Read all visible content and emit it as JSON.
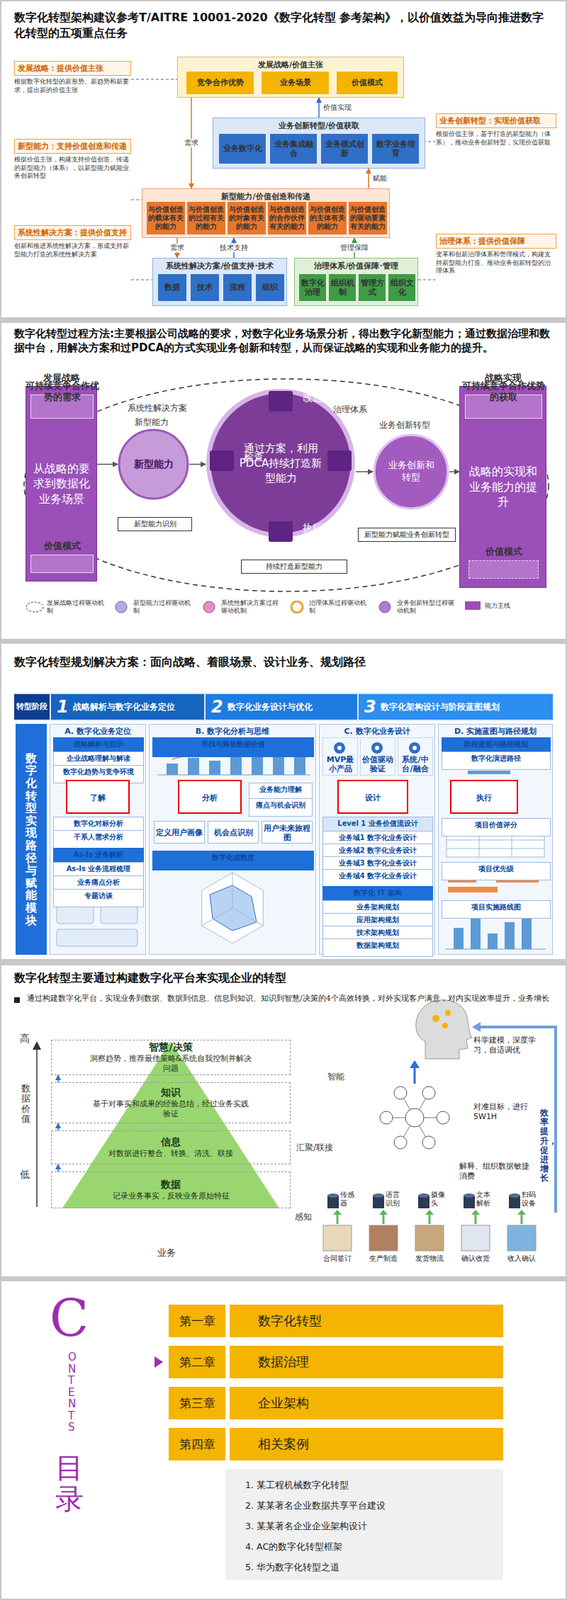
{
  "diagram": {
    "nodes": [
      {
        "text": [
          "发展战略：提供价值主张",
          "根据数字化转型的新形势、新趋势和新要求，提出新的价值主张"
        ]
      },
      {
        "text": [
          "新型能力：支持价值创造和传递",
          "根据价值主张，构建支持价值创造、传递的新型能力（体系），以新型能力赋能业务创新转型"
        ]
      },
      {
        "text": [
          "系统性解决方案：提供价值支持",
          "创新和推进系统性解决方案，形成支持新型能力打造的系统性解决方案"
        ]
      },
      {
        "text": [
          "业务创新转型：实现价值获取",
          "根据价值主张，基于打造的新型能力（体系），推动业务创新转型，实现价值获取"
        ]
      },
      {
        "text": [
          "治理体系：提供价值保障",
          "变革和创新治理体系和管理模式，构建支持新型能力打造、推动业务创新转型的治理体系"
        ]
      },
      {
        "text": [
          "发展战略/价值主张"
        ]
      },
      {
        "text": [
          "竞争合作优势"
        ],
        "in": 5
      },
      {
        "text": [
          "业务场景"
        ],
        "in": 5
      },
      {
        "text": [
          "价值模式"
        ],
        "in": 5
      },
      {
        "text": [
          "业务创新转型/价值获取"
        ]
      },
      {
        "text": [
          "业务数字化"
        ],
        "in": 9
      },
      {
        "text": [
          "业务集成融合"
        ],
        "in": 9
      },
      {
        "text": [
          "业务模式创新"
        ],
        "in": 9
      },
      {
        "text": [
          "数字业务培育"
        ],
        "in": 9
      },
      {
        "text": [
          "新型能力/价值创造和传递"
        ]
      },
      {
        "text": [
          "与价值创造的载体有关的能力"
        ],
        "in": 14
      },
      {
        "text": [
          "与价值创造的过程有关的能力"
        ],
        "in": 14
      },
      {
        "text": [
          "与价值创造的对象有关的能力"
        ],
        "in": 14
      },
      {
        "text": [
          "与价值创造的合作伙伴有关的能力"
        ],
        "in": 14
      },
      {
        "text": [
          "与价值创造的主体有关的能力"
        ],
        "in": 14
      },
      {
        "text": [
          "与价值创造的驱动要素有关的能力"
        ],
        "in": 14
      },
      {
        "text": [
          "系统性解决方案/价值支持·技术"
        ]
      },
      {
        "text": [
          "数据"
        ],
        "in": 21
      },
      {
        "text": [
          "技术"
        ],
        "in": 21
      },
      {
        "text": [
          "流程"
        ],
        "in": 21
      },
      {
        "text": [
          "组织"
        ],
        "in": 21
      },
      {
        "text": [
          "治理体系/价值保障·管理"
        ]
      },
      {
        "text": [
          "数字化治理"
        ],
        "in": 26
      },
      {
        "text": [
          "组织机制"
        ],
        "in": 26
      },
      {
        "text": [
          "管理方式"
        ],
        "in": 26
      },
      {
        "text": [
          "组织文化"
        ],
        "in": 26
      },
      {
        "text": [
          "发展战略",
          "从战略的要求到数据化业务场景"
        ]
      },
      {
        "text": [
          "可持续竞争合作优势的需求"
        ],
        "in": 31
      },
      {
        "text": [
          "价值模式"
        ],
        "in": 31
      },
      {
        "text": [
          "新型能力"
        ]
      },
      {
        "text": [
          "新型能力识别"
        ]
      },
      {
        "text": [
          "通过方案，利用PDCA持续打造新型能力"
        ]
      },
      {
        "text": [
          "改进"
        ],
        "in": 36
      },
      {
        "text": [
          "策划"
        ],
        "in": 36
      },
      {
        "text": [
          "执行"
        ],
        "in": 36
      },
      {
        "text": [
          "检查"
        ],
        "in": 36
      },
      {
        "text": [
          "持续打造新型能力"
        ]
      },
      {
        "text": [
          "业务创新和转型"
        ]
      },
      {
        "text": [
          "新型能力赋能业务创新转型"
        ]
      },
      {
        "text": [
          "战略实现",
          "战略的实现和业务能力的提升"
        ]
      },
      {
        "text": [
          "可持续竞争合作优势的获取"
        ],
        "in": 44
      },
      {
        "text": [
          "价值模式"
        ],
        "in": 44
      },
      {
        "text": [
          "转型阶段"
        ]
      },
      {
        "text": [
          "1",
          "战略解析与数字化业务定位"
        ]
      },
      {
        "text": [
          "2",
          "数字化业务设计与优化"
        ]
      },
      {
        "text": [
          "3",
          "数字化架构设计与阶段蓝图规划"
        ]
      },
      {
        "text": [
          "数字化转型实现路径与赋能模块"
        ]
      },
      {
        "text": [
          "A. 数字化业务定位"
        ]
      },
      {
        "text": [
          "战略解析与启示"
        ],
        "in": 52
      },
      {
        "text": [
          "企业战略理解与解读"
        ],
        "in": 52
      },
      {
        "text": [
          "数字化趋势与竞争环境"
        ],
        "in": 52
      },
      {
        "text": [
          "了解"
        ],
        "in": 52
      },
      {
        "text": [
          "数字化对标分析"
        ],
        "in": 52
      },
      {
        "text": [
          "干系人需求分析"
        ],
        "in": 52
      },
      {
        "text": [
          "As-Is 业务解析"
        ],
        "in": 52
      },
      {
        "text": [
          "As-Is 业务流程梳理"
        ],
        "in": 52
      },
      {
        "text": [
          "业务痛点分析"
        ],
        "in": 52
      },
      {
        "text": [
          "专题访谈"
        ],
        "in": 52
      },
      {
        "text": [
          "B. 数字化分析与思维"
        ]
      },
      {
        "text": [
          "寻找与释放数据价值"
        ],
        "in": 63
      },
      {
        "text": [
          "分析"
        ],
        "in": 63
      },
      {
        "text": [
          "业务能力理解"
        ],
        "in": 63
      },
      {
        "text": [
          "痛点与机会识别"
        ],
        "in": 63
      },
      {
        "text": [
          "定义用户画像"
        ],
        "in": 63
      },
      {
        "text": [
          "机会点识别"
        ],
        "in": 63
      },
      {
        "text": [
          "用户未来旅程图"
        ],
        "in": 63
      },
      {
        "text": [
          "数字化成熟度"
        ],
        "in": 63
      },
      {
        "text": [
          "C. 数字化业务设计"
        ]
      },
      {
        "text": [
          "MVP最小产品"
        ],
        "in": 72
      },
      {
        "text": [
          "价值驱动验证"
        ],
        "in": 72
      },
      {
        "text": [
          "系统/中台/融合"
        ],
        "in": 72
      },
      {
        "text": [
          "设计"
        ],
        "in": 72
      },
      {
        "text": [
          "Level 1 业务价值流设计"
        ],
        "in": 72
      },
      {
        "text": [
          "业务域1 数字化业务设计"
        ],
        "in": 72
      },
      {
        "text": [
          "业务域2 数字化业务设计"
        ],
        "in": 72
      },
      {
        "text": [
          "业务域3 数字化业务设计"
        ],
        "in": 72
      },
      {
        "text": [
          "业务域4 数字化业务设计"
        ],
        "in": 72
      },
      {
        "text": [
          "数字化 IT 架构"
        ],
        "in": 72
      },
      {
        "text": [
          "业务架构规划"
        ],
        "in": 72
      },
      {
        "text": [
          "应用架构规划"
        ],
        "in": 72
      },
      {
        "text": [
          "技术架构规划"
        ],
        "in": 72
      },
      {
        "text": [
          "数据架构规划"
        ],
        "in": 72
      },
      {
        "text": [
          "D. 实施蓝图与路径规划"
        ]
      },
      {
        "text": [
          "阶段蓝图与路径规划"
        ],
        "in": 87
      },
      {
        "text": [
          "数字化演进路径"
        ],
        "in": 87
      },
      {
        "text": [
          "执行"
        ],
        "in": 87
      },
      {
        "text": [
          "项目价值评分"
        ],
        "in": 87
      },
      {
        "text": [
          "项目优先级"
        ],
        "in": 87
      },
      {
        "text": [
          "项目实施路线图"
        ],
        "in": 87
      },
      {
        "text": [
          "智慧/决策",
          "洞察趋势，推荐最佳策略&系统自我控制并解决问题"
        ]
      },
      {
        "text": [
          "知识",
          "基于对事实和成果的经验总结，经过业务实践验证"
        ]
      },
      {
        "text": [
          "信息",
          "对数据进行整合、转换、清洗、联接"
        ]
      },
      {
        "text": [
          "数据",
          "记录业务事实，反映业务原始特征"
        ]
      },
      {
        "text": [
          "第一章"
        ]
      },
      {
        "text": [
          "数字化转型"
        ]
      },
      {
        "text": [
          "第二章"
        ]
      },
      {
        "text": [
          "数据治理"
        ]
      },
      {
        "text": [
          "第三章"
        ]
      },
      {
        "text": [
          "企业架构"
        ]
      },
      {
        "text": [
          "第四章"
        ]
      },
      {
        "text": [
          "相关案例"
        ]
      },
      {
        "text": [
          "1. 某工程机械数字化转型",
          "2. 某某著名企业数据共享平台建设",
          "3. 某某著名企业企业架构设计",
          "4. AC的数字化转型框架",
          "5. 华为数字化转型之道"
        ]
      }
    ],
    "edges": [
      {
        "from": 5,
        "to": 14,
        "label": "需求",
        "arrow": "to"
      },
      {
        "from": 9,
        "to": 5,
        "label": "价值实现",
        "arrow": "to"
      },
      {
        "from": 14,
        "to": 9,
        "label": "赋能",
        "arrow": "to"
      },
      {
        "from": 21,
        "to": 14,
        "label": "技术支持",
        "arrow": "to"
      },
      {
        "from": 14,
        "to": 21,
        "label": "需求",
        "arrow": "to"
      },
      {
        "from": 26,
        "to": 14,
        "label": "管理保障",
        "arrow": "to"
      },
      {
        "from": 0,
        "to": 5,
        "arrow": "none"
      },
      {
        "from": 1,
        "to": 14,
        "arrow": "none"
      },
      {
        "from": 2,
        "to": 21,
        "arrow": "none"
      },
      {
        "from": 3,
        "to": 9,
        "arrow": "none"
      },
      {
        "from": 4,
        "to": 26,
        "arrow": "none"
      },
      {
        "from": 31,
        "to": 34,
        "arrow": "to"
      },
      {
        "from": 34,
        "to": 36,
        "arrow": "to"
      },
      {
        "from": 36,
        "to": 42,
        "arrow": "to"
      },
      {
        "from": 42,
        "to": 44,
        "arrow": "to"
      },
      {
        "from": 97,
        "to": 96,
        "arrow": "to"
      },
      {
        "from": 96,
        "to": 95,
        "arrow": "to"
      },
      {
        "from": 95,
        "to": 94,
        "arrow": "to"
      }
    ],
    "labels": [
      "数字化转型架构建议参考T/AITRE 10001-2020《数字化转型 参考架构》，以价值效益为导向推进数字化转型的五项重点任务",
      "数字化转型过程方法:主要根据公司战略的要求，对数字化业务场景分析，得出数字化新型能力；通过数据治理和数据中台，用解决方案和过PDCA的方式实现业务创新和转型，从而保证战略的实现和业务能力的提升。",
      "系统性解决方案",
      "新型能力",
      "治理体系",
      "业务创新转型",
      "数字化转型规划解决方案：面向战略、着眼场景、设计业务、规划路径",
      "数字化转型主要通过构建数字化平台来实现企业的转型",
      "通过构建数字化平台，实现业务到数据、数据到信息、信息到知识、知识到智慧/决策的4个高效转换，对外实现客户满意，对内实现效率提升，业务增长",
      "高",
      "数据价值",
      "低",
      "智能",
      "汇聚/联接",
      "感知",
      "业务",
      "科学建模，深度学习，自适调优",
      "对准目标，进行5W1H",
      "解释、组织数据敏捷消费",
      "效率提升，促进增长",
      "传感器",
      "语言识别",
      "摄像头",
      "文本解析",
      "扫码设备",
      "合同签订",
      "生产制造",
      "发货物流",
      "确认收货",
      "收入确认",
      "C",
      "ONTENTS",
      "目录"
    ],
    "legend": [
      {
        "text": "发展战略过程驱动机制"
      },
      {
        "text": "新型能力过程驱动机制"
      },
      {
        "text": "系统性解决方案过程驱动机制"
      },
      {
        "text": "治理体系过程驱动机制"
      },
      {
        "text": "业务创新转型过程驱动机制"
      },
      {
        "text": "能力主线"
      }
    ]
  }
}
